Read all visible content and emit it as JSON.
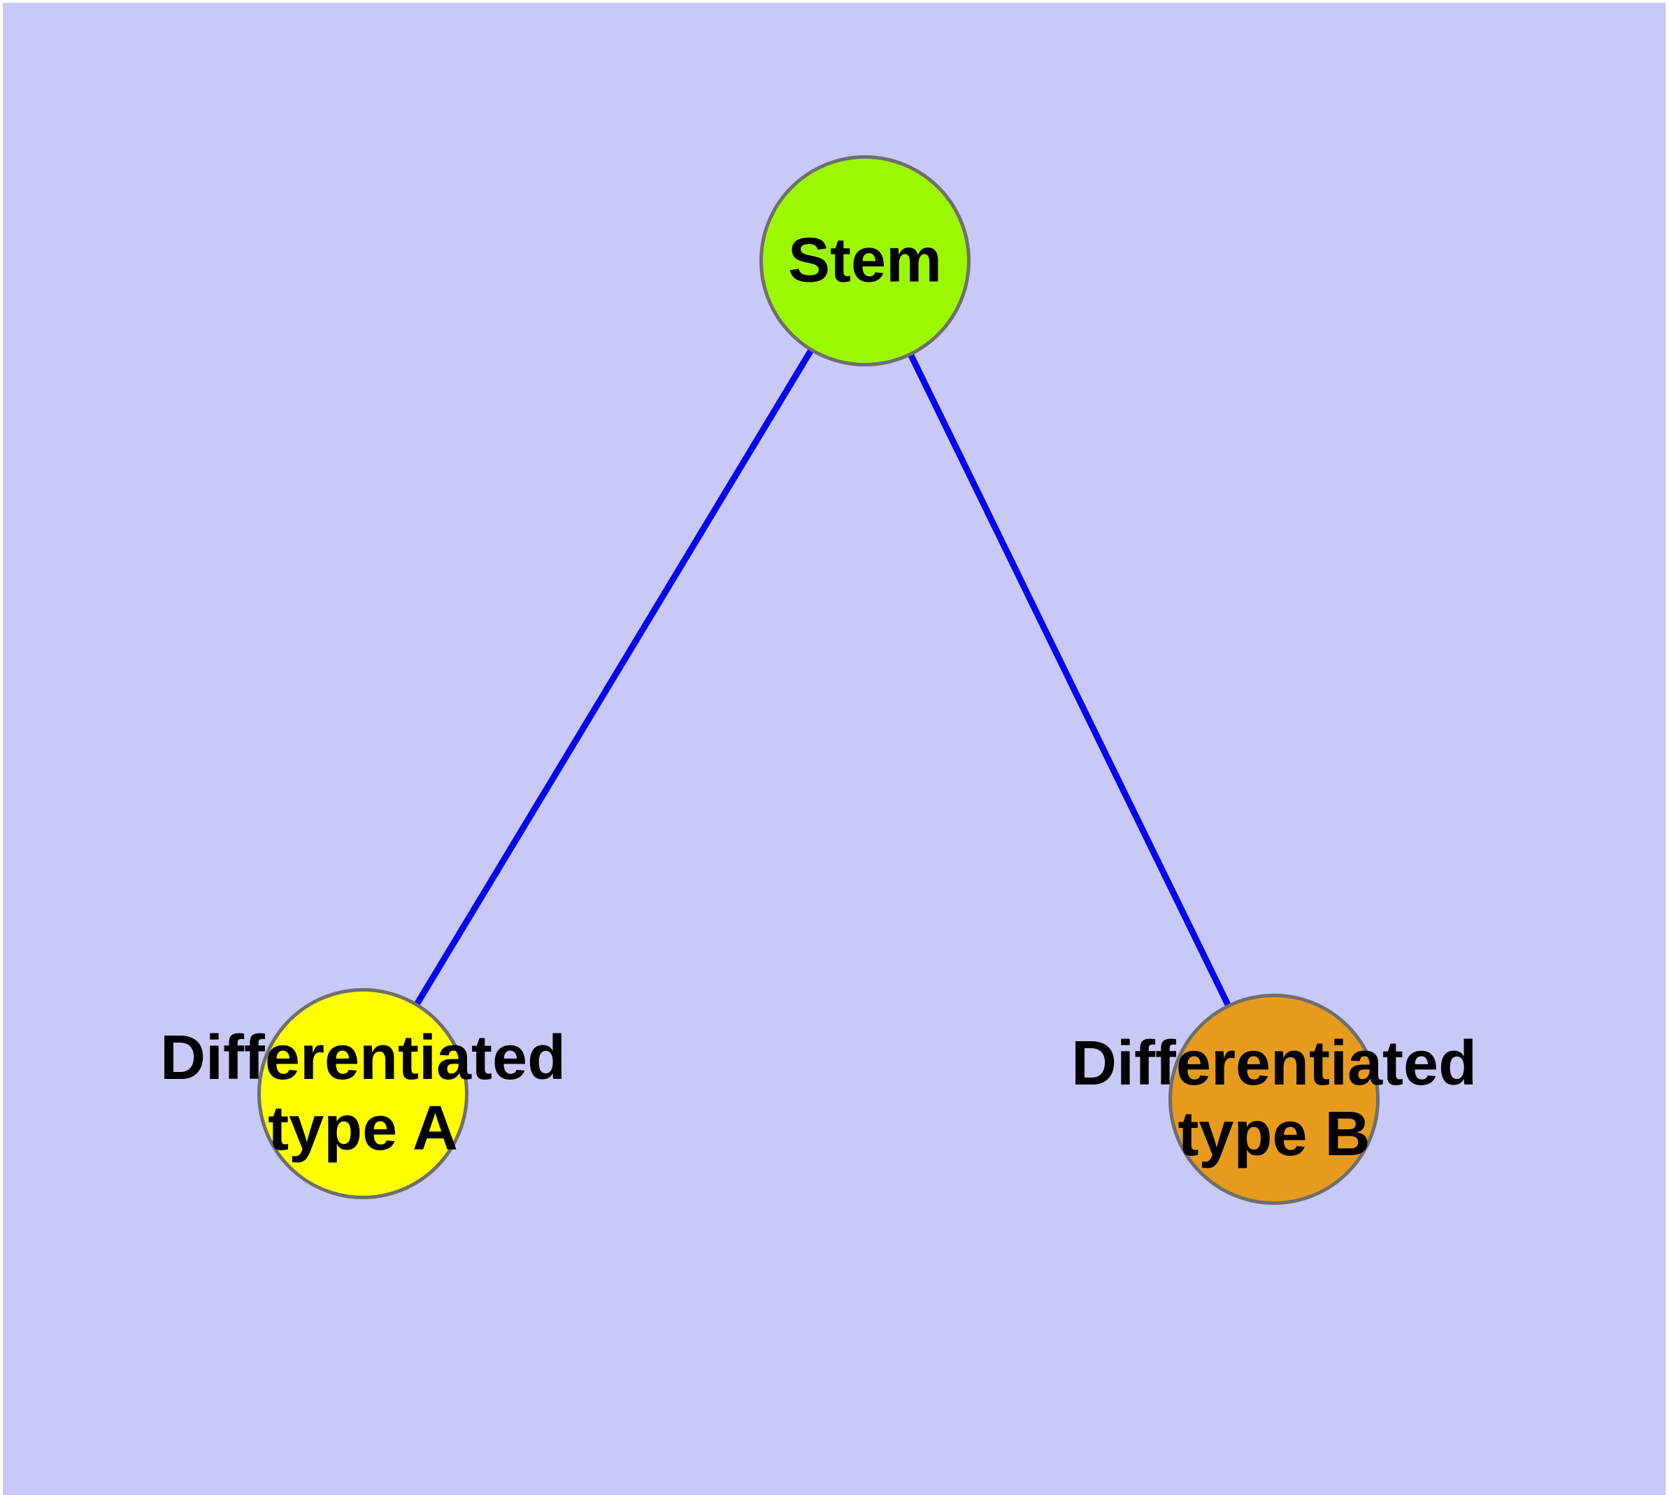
{
  "diagram": {
    "background_color": "#c9c9f7",
    "margin_color": "#ffffff",
    "node_border_color": "#6e6e6e",
    "text_color": "#000000",
    "edge_color": "#0404ee",
    "nodes": [
      {
        "id": "stem",
        "label": "Stem",
        "fill": "#9bf800"
      },
      {
        "id": "differentiated-type-a",
        "label": "Differentiated\ntype A",
        "fill": "#ffff00"
      },
      {
        "id": "differentiated-type-b",
        "label": "Differentiated\ntype B",
        "fill": "#e69b1e"
      }
    ],
    "edges": [
      {
        "from": "stem",
        "to": "differentiated-type-a"
      },
      {
        "from": "stem",
        "to": "differentiated-type-b"
      }
    ]
  }
}
